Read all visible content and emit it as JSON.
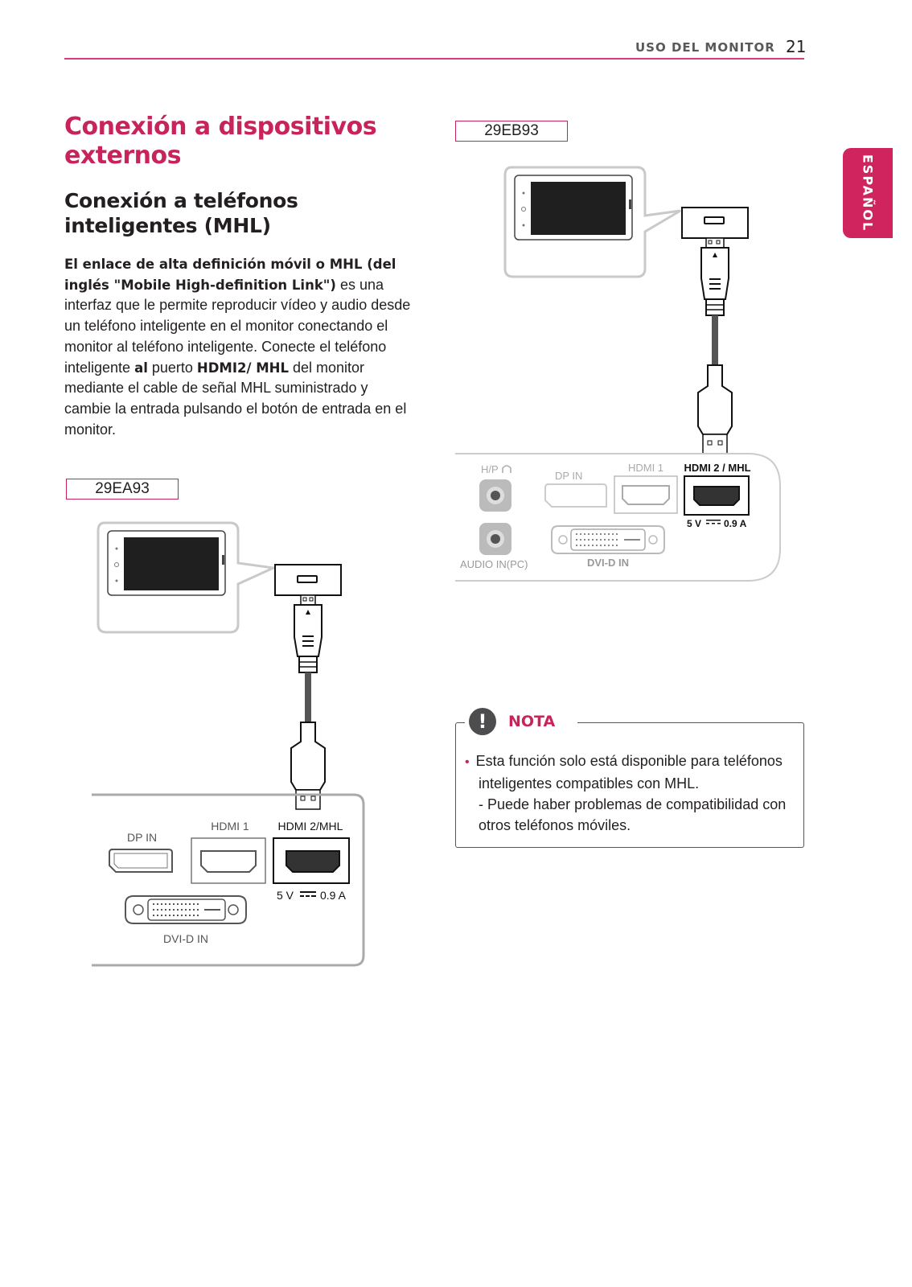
{
  "header": {
    "section_title": "USO DEL MONITOR",
    "page_number": "21"
  },
  "side_tab": {
    "label": "ESPAÑOL"
  },
  "heading": {
    "title": "Conexión a dispositivos externos",
    "subtitle": "Conexión a teléfonos inteligentes (MHL)"
  },
  "body": {
    "bold_intro": "El enlace de alta definición móvil o MHL (del inglés \"Mobile High-definition Link\")",
    "text1": " es una interfaz que le permite reproducir vídeo y audio desde un teléfono inteligente en el monitor conectando el monitor al teléfono inteligente. Conecte el teléfono inteligente ",
    "bold_al": "al",
    "text2": " puerto ",
    "bold_port": "HDMI2/ MHL",
    "text3": " del monitor mediante el cable de señal MHL suministrado y cambie la entrada pulsando el botón de entrada en el monitor."
  },
  "diagram_ea93": {
    "model": "29EA93",
    "ports": {
      "dp_in": "DP IN",
      "hdmi1": "HDMI 1",
      "hdmi2": "HDMI 2/MHL",
      "power_left": "5 V",
      "power_right": "0.9 A",
      "dvi": "DVI-D IN"
    }
  },
  "diagram_eb93": {
    "model": "29EB93",
    "ports": {
      "hp": "H/P",
      "dp_in": "DP IN",
      "hdmi1": "HDMI 1",
      "hdmi2": "HDMI 2 / MHL",
      "power_left": "5 V",
      "power_right": "0.9 A",
      "audio": "AUDIO IN(PC)",
      "dvi": "DVI-D IN"
    }
  },
  "note": {
    "title": "NOTA",
    "bullet": "•",
    "line1": "Esta función solo está disponible para teléfonos inteligentes compatibles con MHL.",
    "line2": "- Puede haber problemas de compatibilidad con otros teléfonos móviles."
  }
}
